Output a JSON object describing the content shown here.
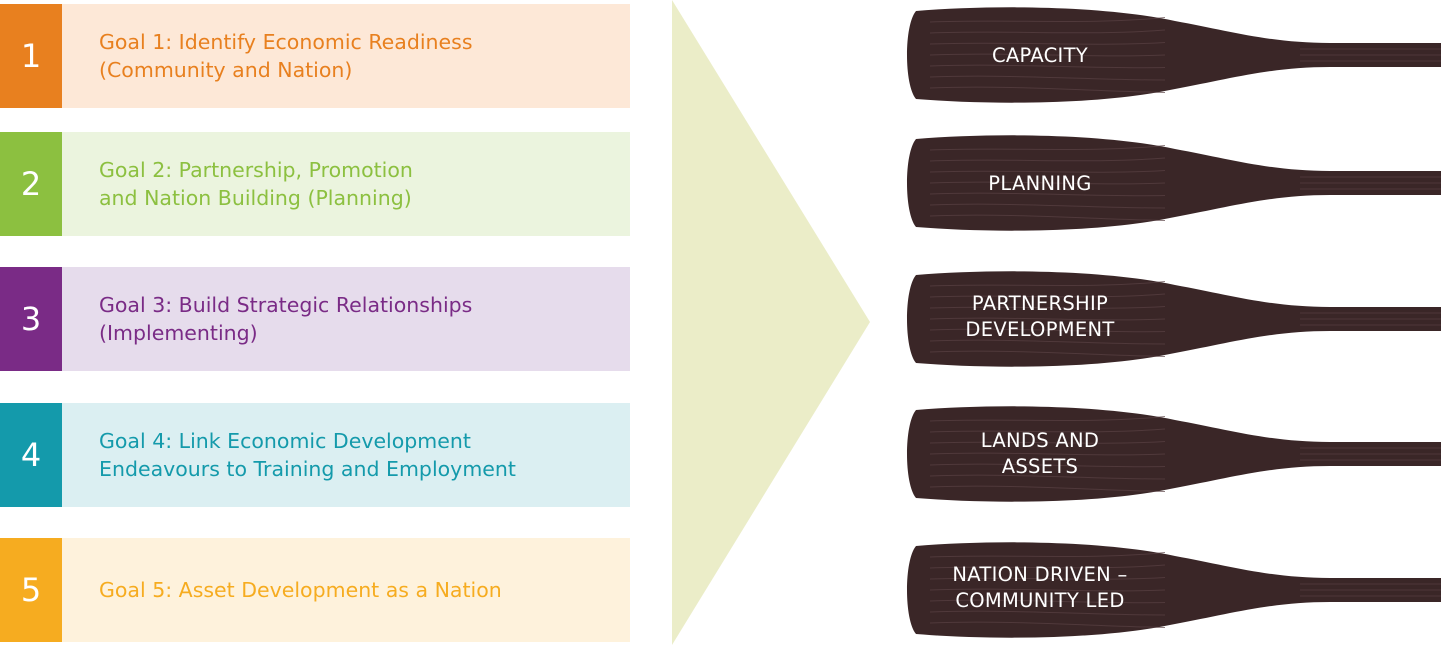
{
  "goals": [
    {
      "number": "1",
      "text": "Goal 1: Identify Economic Readiness\n(Community and Nation)",
      "accent": "#e8801f",
      "text_color": "#e8801f",
      "bg": "#fde8d7"
    },
    {
      "number": "2",
      "text": "Goal 2: Partnership, Promotion\nand Nation Building (Planning)",
      "accent": "#8cc040",
      "text_color": "#8cc040",
      "bg": "#ebf4de"
    },
    {
      "number": "3",
      "text": "Goal 3: Build Strategic Relationships\n(Implementing)",
      "accent": "#7a2b86",
      "text_color": "#7a2b86",
      "bg": "#e6dcec"
    },
    {
      "number": "4",
      "text": "Goal 4: Link Economic Development\nEndeavours to Training and Employment",
      "accent": "#149aab",
      "text_color": "#149aab",
      "bg": "#dbeff2"
    },
    {
      "number": "5",
      "text": "Goal 5: Asset Development as a Nation",
      "accent": "#f6ac20",
      "text_color": "#f6ac20",
      "bg": "#fef2dc"
    }
  ],
  "arrow_color": "#ebedc8",
  "paddle_color": "#3a2627",
  "paddle_grain_color": "#5a4244",
  "paddles": [
    {
      "label": "CAPACITY"
    },
    {
      "label": "PLANNING"
    },
    {
      "label": "PARTNERSHIP\nDEVELOPMENT"
    },
    {
      "label": "LANDS AND\nASSETS"
    },
    {
      "label": "NATION DRIVEN –\nCOMMUNITY LED"
    }
  ]
}
